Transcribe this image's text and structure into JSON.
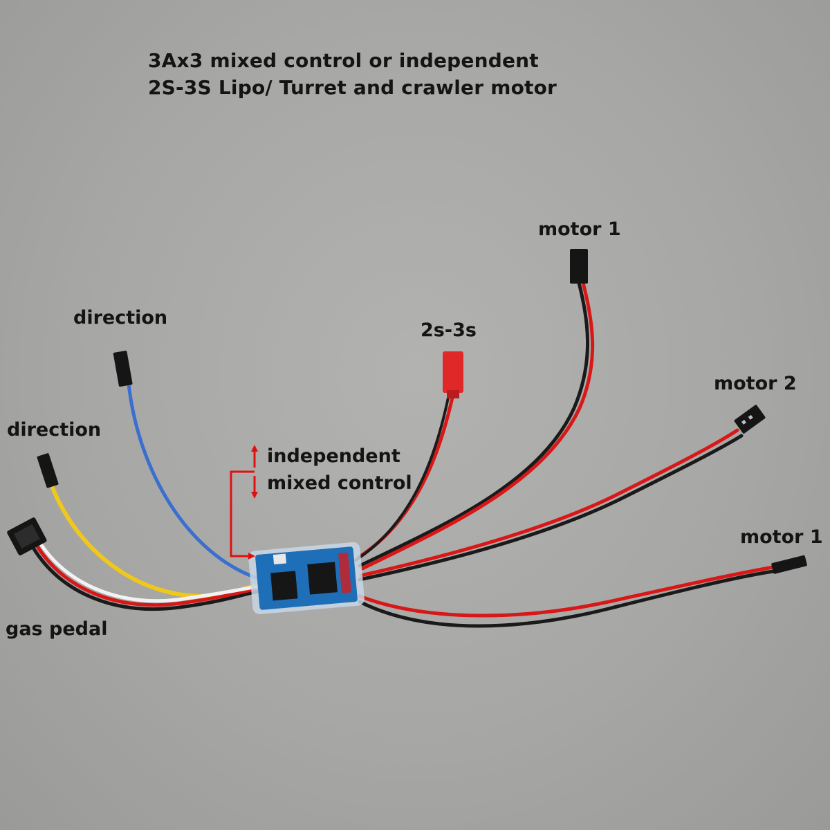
{
  "heading": {
    "line1": "3Ax3 mixed control or independent",
    "line2": "2S-3S Lipo/ Turret and crawler motor"
  },
  "labels": {
    "motor_1_top": "motor 1",
    "direction_upper": "direction",
    "battery": "2s-3s",
    "motor_2": "motor 2",
    "direction_lower": "direction",
    "mode_independent": "independent",
    "mode_mixed": "mixed control",
    "motor_1_bottom": "motor 1",
    "gas_pedal": "gas pedal"
  },
  "colors": {
    "background": "#a8a8a6",
    "wire_red": "#d81818",
    "wire_black": "#1a1a1a",
    "wire_blue": "#3a6fd0",
    "wire_yellow": "#f0c81c",
    "wire_white": "#f2f2f2",
    "pcb": "#1f6fb8",
    "connector_red": "#e02828",
    "annotation_arrow": "#e01010"
  }
}
